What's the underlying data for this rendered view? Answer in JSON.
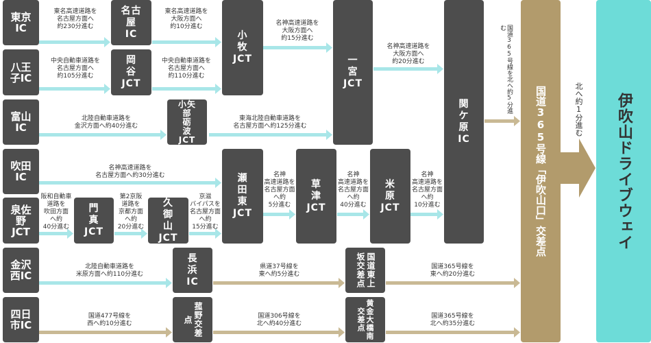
{
  "colors": {
    "node": "#4d4d4d",
    "cyan": "#a8e6e8",
    "tan": "#c9b994",
    "bar": "#b29b6c",
    "destination": "#6ddcd8"
  },
  "starts": [
    {
      "id": "tokyo",
      "label": "東京\nIC"
    },
    {
      "id": "hachioji",
      "label": "八王\n子IC"
    },
    {
      "id": "toyama",
      "label": "富山\nIC"
    },
    {
      "id": "suita",
      "label": "吹田\nIC"
    },
    {
      "id": "izumisano",
      "label": "泉佐\n野\nJCT"
    },
    {
      "id": "kanazawanishi",
      "label": "金沢\n西IC"
    },
    {
      "id": "yokkaichi",
      "label": "四日\n市IC"
    }
  ],
  "nodes": {
    "nagoya": "名古\n屋\nIC",
    "okaya": "岡\n谷\nJCT",
    "koyabe": "小矢\n部\n砺\n波\nJCT",
    "komaki": "小\n牧\nJCT",
    "ichinomiya": "一\n宮\nJCT",
    "sekigahara": "関\nケ\n原\nIC",
    "setahigashi": "瀬\n田\n東\nJCT",
    "kusatsu": "草\n津\nJCT",
    "maibara": "米\n原\nJCT",
    "monma": "門\n真\nJCT",
    "kumiyama": "久\n御\n山\nJCT",
    "nagahama": "長\n浜\nIC",
    "kokudou_higashi_uesaka": "国道東上坂交差点",
    "komono": "菰野交差点",
    "kogane_ohashi": "黄金大橋南交差点"
  },
  "route_labels": {
    "tokyo_nagoya": "東名高速道路を\n名古屋方面へ\n約230分進む",
    "nagoya_komaki": "東名高速道路を\n大阪方面へ\n約10分進む",
    "komaki_ichinomiya": "名神高速道路を\n大阪方面へ\n約15分進む",
    "ichinomiya_sekigahara": "名神高速道路を\n大阪方面へ\n約20分進む",
    "hachioji_okaya": "中央自動車道路を\n名古屋方面へ\n約105分進む",
    "okaya_komaki": "中央自動車道路を\n名古屋方面へ\n約110分進む",
    "toyama_koyabe": "北陸自動車道路を\n金沢方面へ約40分進む",
    "koyabe_ichinomiya": "東海北陸自動車道路を\n名古屋方面へ約125分進む",
    "suita_seta": "名神高速道路を\n名古屋方面へ約30分進む",
    "seta_kusatsu": "名神\n高速道路を\n名古屋方面\nへ約\n5分進む",
    "kusatsu_maibara": "名神\n高速道路を\n名古屋方面\nへ約\n40分進む",
    "maibara_sekigahara": "名神\n高速道路を\n名古屋方面\nへ約\n10分進む",
    "izumi_monma": "阪和自動車\n道路を\n吹田方面\nへ約\n40分進む",
    "monma_kumiyama": "第2京阪\n道路を\n京都方面\nへ約\n20分進む",
    "kumiyama_seta": "京滋\nバイパスを\n名古屋方面\nへ約\n15分進む",
    "kanazawa_nagahama": "北陸自動車道路を\n米原方面へ約110分進む",
    "nagahama_uesaka": "県道37号線を\n東へ約5分進む",
    "uesaka_bar": "国道365号線を\n東へ約20分進む",
    "yokkaichi_komono": "国道477号線を\n西へ約10分進む",
    "komono_kogane": "国道306号線を\n北へ約40分進む",
    "kogane_bar": "国道365号線を\n北へ約35分進む",
    "sekigahara_bar": "国道365号線を北へ約5分進む",
    "bar_dest": "北へ約1分進む"
  },
  "junction_bar": "国道365号線「伊吹山口」交差点",
  "destination": "伊吹山ドライブウェイ"
}
